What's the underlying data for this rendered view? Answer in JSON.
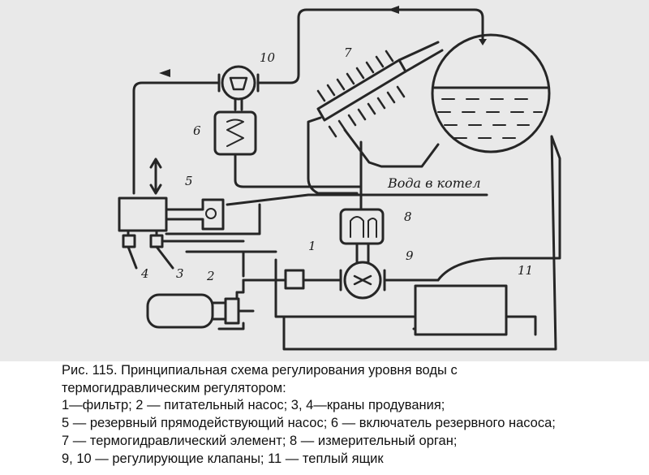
{
  "figure": {
    "inline_label": "Вода в котел",
    "numbers": [
      "1",
      "2",
      "3",
      "4",
      "5",
      "6",
      "7",
      "8",
      "9",
      "10",
      "11"
    ]
  },
  "caption": {
    "lines": [
      "Рис. 115. Принципиальная схема регулирования уровня воды с",
      "термогидравлическим  регулятором:",
      "1—фильтр; 2 — питательный насос; 3, 4—краны продувания;",
      "5 — резервный прямодействующий насос; 6 — включатель резервного насоса;",
      "7 — термогидравлический элемент; 8 — измерительный орган;",
      "9, 10 — регулирующие клапаны; 11 — теплый ящик"
    ]
  },
  "colors": {
    "line": "#262626",
    "background": "#e9e9e9",
    "caption_bg": "#ffffff"
  }
}
